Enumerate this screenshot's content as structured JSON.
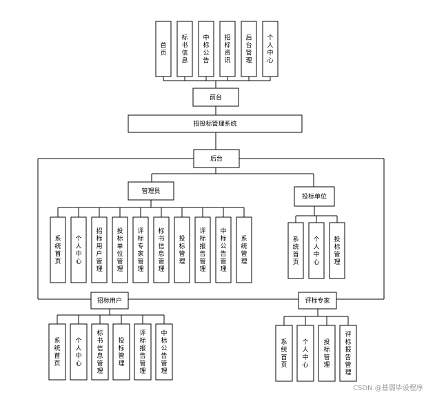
{
  "watermark": "CSDN @基弱毕设程序",
  "system": "招投标管理系统",
  "frontend": {
    "label": "前台",
    "items": [
      "首页",
      "标书信息",
      "中标公告",
      "招标资讯",
      "后台管理",
      "个人中心"
    ]
  },
  "backend": {
    "label": "后台"
  },
  "admin": {
    "label": "管理员",
    "items": [
      "系统首页",
      "个人中心",
      "招标用户管理",
      "投标单位管理",
      "评标专家管理",
      "标书信息管理",
      "投标管理",
      "评标报告管理",
      "中标公告管理",
      "系统管理"
    ]
  },
  "bidder": {
    "label": "投标单位",
    "items": [
      "系统首页",
      "个人中心",
      "投标管理"
    ]
  },
  "tenderer": {
    "label": "招标用户",
    "items": [
      "系统首页",
      "个人中心",
      "标书信息管理",
      "投标管理",
      "评标报告管理",
      "中标公告管理"
    ]
  },
  "expert": {
    "label": "评标专家",
    "items": [
      "系统首页",
      "个人中心",
      "投标管理",
      "评标报告管理"
    ]
  }
}
